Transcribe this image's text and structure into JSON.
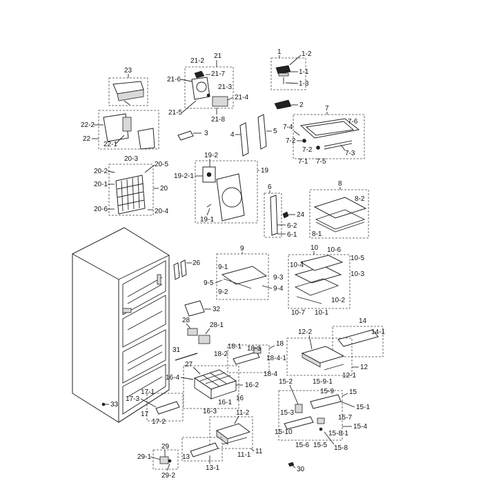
{
  "diagram": {
    "labels": {
      "p1": "1",
      "p1_2": "1-2",
      "p1_1": "1-1",
      "p1_3": "1-3",
      "p2": "2",
      "p3": "3",
      "p4": "4",
      "p5": "5",
      "p6": "6",
      "p6_1": "6-1",
      "p6_2": "6-2",
      "p7": "7",
      "p7_1": "7-1",
      "p7_2a": "7-2",
      "p7_2b": "7-2",
      "p7_3": "7-3",
      "p7_4": "7-4",
      "p7_5": "7-5",
      "p7_6": "7-6",
      "p8": "8",
      "p8_1": "8-1",
      "p8_2": "8-2",
      "p9": "9",
      "p9_1": "9-1",
      "p9_2": "9-2",
      "p9_3": "9-3",
      "p9_4": "9-4",
      "p9_5": "9-5",
      "p10": "10",
      "p10_1": "10-1",
      "p10_2": "10-2",
      "p10_3": "10-3",
      "p10_4": "10-4",
      "p10_5": "10-5",
      "p10_6": "10-6",
      "p10_7": "10-7",
      "p11": "11",
      "p11_1": "11-1",
      "p11_2": "11-2",
      "p12": "12",
      "p12_1": "12-1",
      "p12_2": "12-2",
      "p13": "13",
      "p13_1": "13-1",
      "p14": "14",
      "p14_1": "14-1",
      "p15": "15",
      "p15_1": "15-1",
      "p15_2": "15-2",
      "p15_3": "15-3",
      "p15_4": "15-4",
      "p15_5": "15-5",
      "p15_6": "15-6",
      "p15_7": "15-7",
      "p15_8": "15-8",
      "p15_8_1": "15-8-1",
      "p15_9": "15-9",
      "p15_9_1": "15-9-1",
      "p15_10": "15-10",
      "p16": "16",
      "p16_1": "16-1",
      "p16_2": "16-2",
      "p16_3": "16-3",
      "p16_4": "16-4",
      "p17": "17",
      "p17_1": "17-1",
      "p17_2": "17-2",
      "p17_3": "17-3",
      "p18": "18",
      "p18_1": "18-1",
      "p18_2": "18-2",
      "p18_3": "18-3",
      "p18_4": "18-4",
      "p18_4_1": "18-4-1",
      "p19": "19",
      "p19_1": "19-1",
      "p19_2": "19-2",
      "p19_2_1": "19-2-1",
      "p20": "20",
      "p20_1": "20-1",
      "p20_2": "20-2",
      "p20_3": "20-3",
      "p20_4": "20-4",
      "p20_5": "20-5",
      "p20_6": "20-6",
      "p21": "21",
      "p21_2": "21-2",
      "p21_3": "21-3",
      "p21_4": "21-4",
      "p21_5": "21-5",
      "p21_6": "21-6",
      "p21_7": "21-7",
      "p21_8": "21-8",
      "p22": "22",
      "p22_1": "22-1",
      "p22_2": "22-2",
      "p23": "23",
      "p24": "24",
      "p26": "26",
      "p27": "27",
      "p28": "28",
      "p28_1": "28-1",
      "p29": "29",
      "p29_1": "29-1",
      "p29_2": "29-2",
      "p30": "30",
      "p31": "31",
      "p32": "32",
      "p33": "33"
    }
  }
}
